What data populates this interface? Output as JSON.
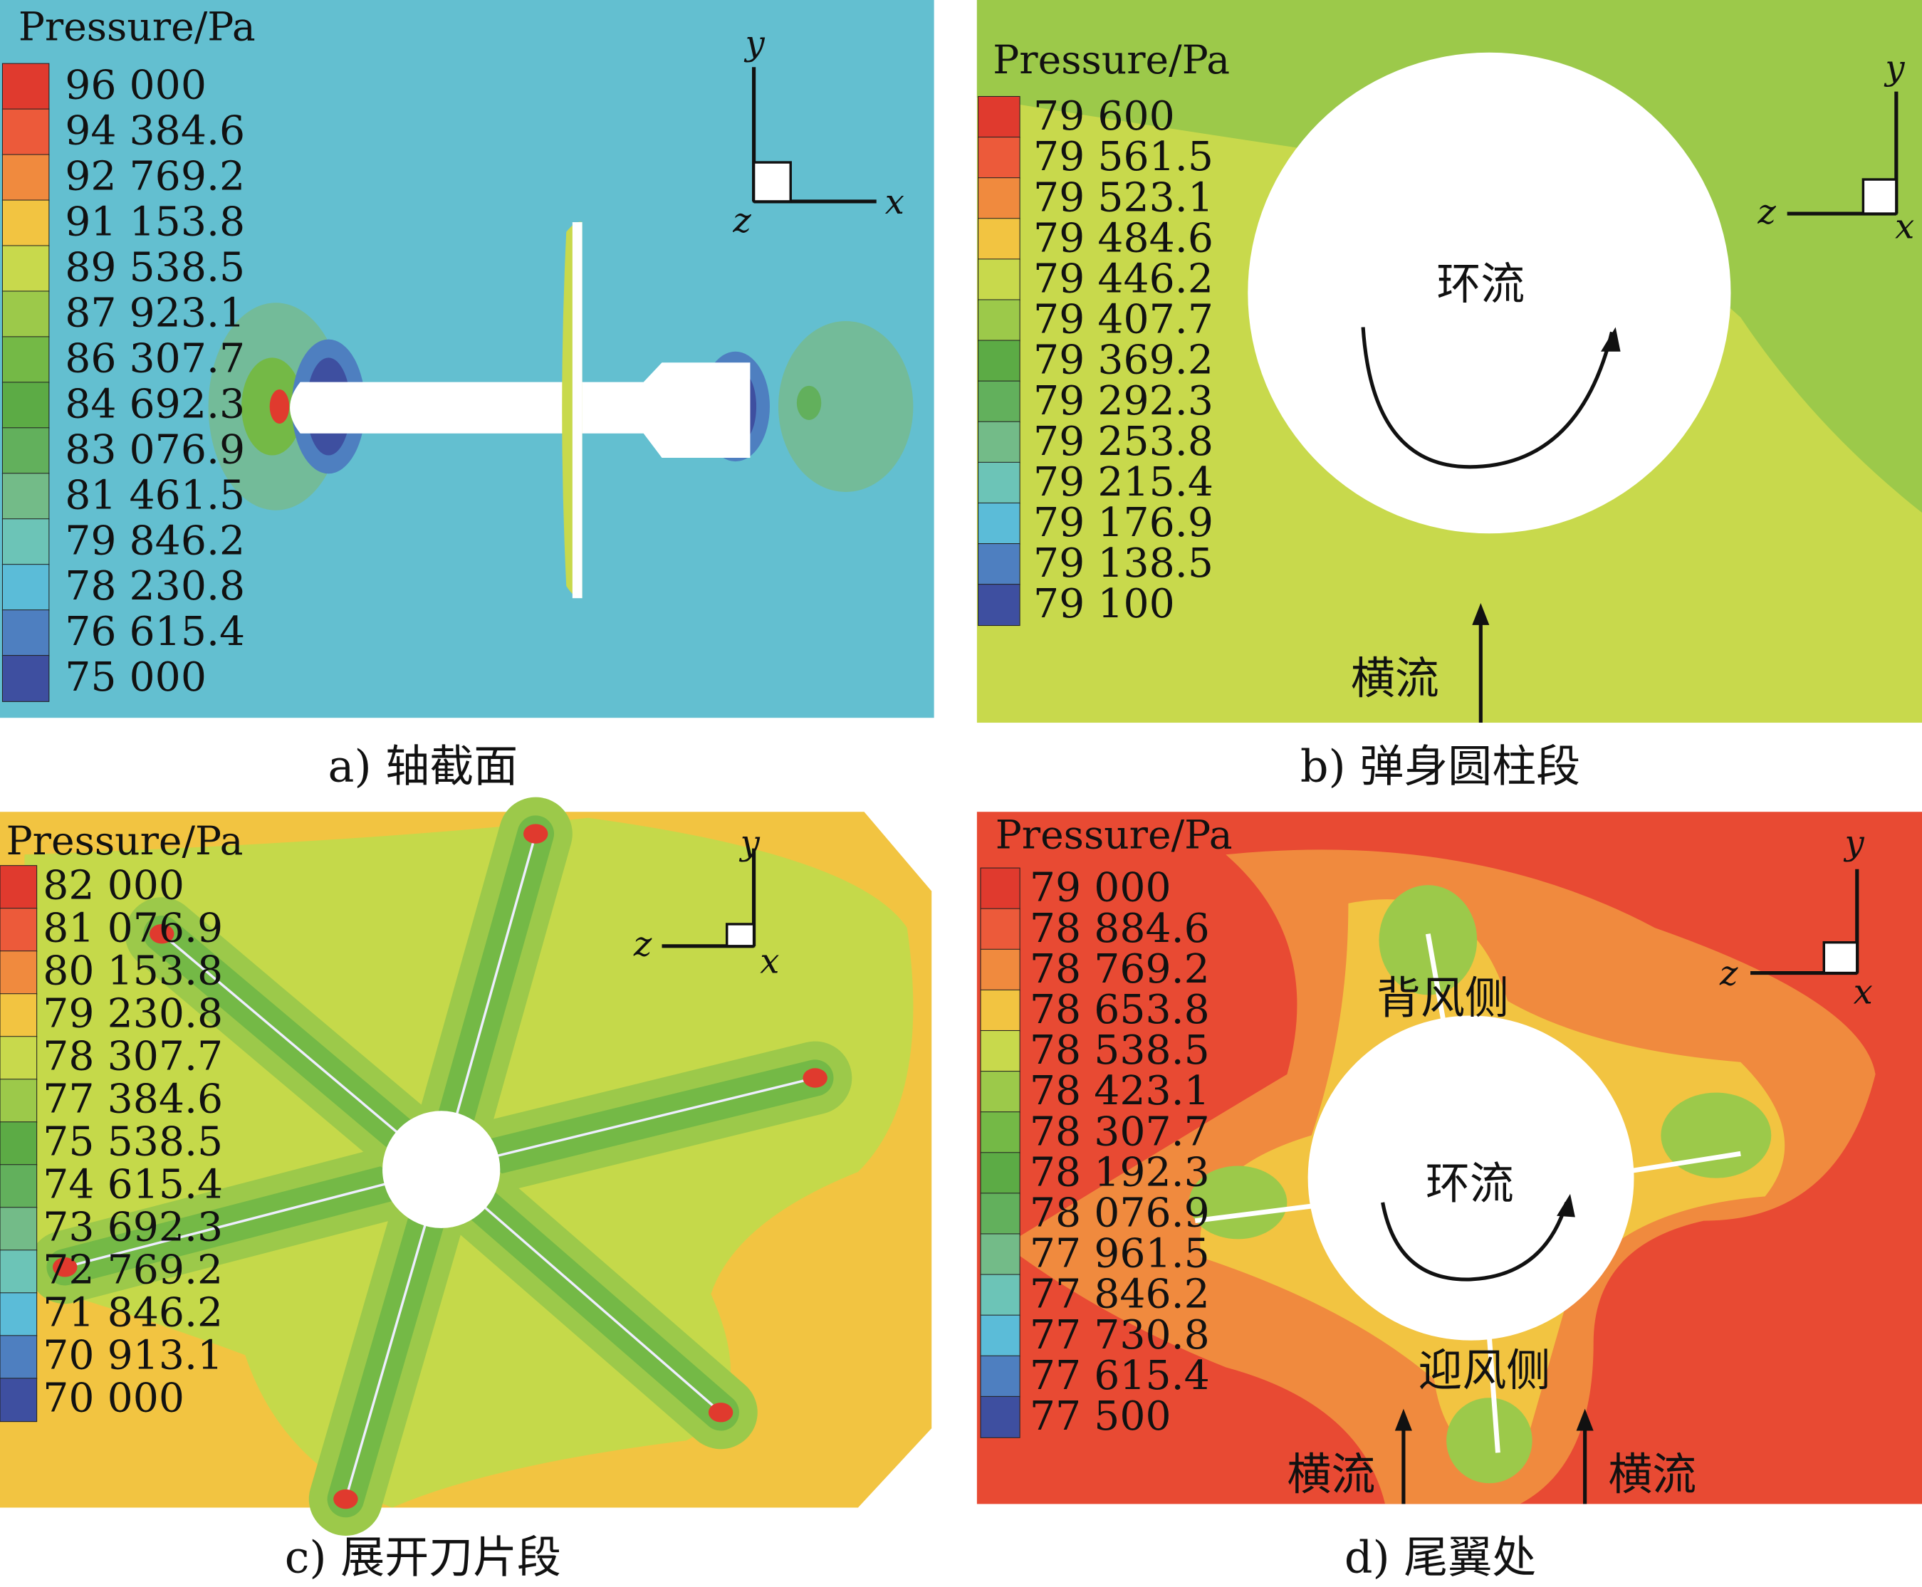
{
  "colors": {
    "levels": [
      "#e03a2e",
      "#ec5a3a",
      "#f08a3e",
      "#f2c441",
      "#c8d94c",
      "#9cc94a",
      "#74b946",
      "#5cab45",
      "#62b05c",
      "#73bb88",
      "#6cc4b7",
      "#5bbcd8",
      "#4e7fc0",
      "#3e4fa0"
    ],
    "white": "#ffffff"
  },
  "chart_data": [
    {
      "type": "heatmap",
      "panel": "a",
      "caption": "a) 轴截面",
      "legend_title": "Pressure/Pa",
      "levels": [
        "96 000",
        "94 384.6",
        "92 769.2",
        "91 153.8",
        "89 538.5",
        "87 923.1",
        "86 307.7",
        "84 692.3",
        "83 076.9",
        "81 461.5",
        "79 846.2",
        "78 230.8",
        "76 615.4",
        "75 000"
      ],
      "range": [
        75000,
        96000
      ],
      "axes": {
        "y": "y",
        "x": "x",
        "z": "z"
      },
      "annotations": []
    },
    {
      "type": "heatmap",
      "panel": "b",
      "caption": "b) 弹身圆柱段",
      "legend_title": "Pressure/Pa",
      "levels": [
        "79 600",
        "79 561.5",
        "79 523.1",
        "79 484.6",
        "79 446.2",
        "79 407.7",
        "79 369.2",
        "79 292.3",
        "79 253.8",
        "79 215.4",
        "79 176.9",
        "79 138.5",
        "79 100"
      ],
      "range": [
        79100,
        79600
      ],
      "axes": {
        "y": "y",
        "x": "x",
        "z": "z"
      },
      "annotations": [
        "环流",
        "横流"
      ]
    },
    {
      "type": "heatmap",
      "panel": "c",
      "caption": "c) 展开刀片段",
      "legend_title": "Pressure/Pa",
      "levels": [
        "82 000",
        "81 076.9",
        "80 153.8",
        "79 230.8",
        "78 307.7",
        "77 384.6",
        "75 538.5",
        "74 615.4",
        "73 692.3",
        "72 769.2",
        "71 846.2",
        "70 913.1",
        "70 000"
      ],
      "range": [
        70000,
        82000
      ],
      "axes": {
        "y": "y",
        "x": "x",
        "z": "z"
      },
      "annotations": []
    },
    {
      "type": "heatmap",
      "panel": "d",
      "caption": "d) 尾翼处",
      "legend_title": "Pressure/Pa",
      "levels": [
        "79 000",
        "78 884.6",
        "78 769.2",
        "78 653.8",
        "78 538.5",
        "78 423.1",
        "78 307.7",
        "78 192.3",
        "78 076.9",
        "77 961.5",
        "77 846.2",
        "77 730.8",
        "77 615.4",
        "77 500"
      ],
      "range": [
        77500,
        79000
      ],
      "axes": {
        "y": "y",
        "x": "x",
        "z": "z"
      },
      "annotations": [
        "背风侧",
        "环流",
        "迎风侧",
        "横流",
        "横流"
      ]
    }
  ]
}
